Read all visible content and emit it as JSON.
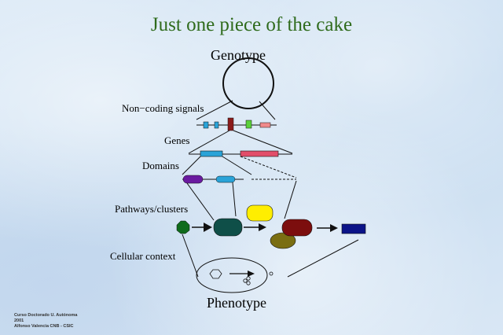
{
  "title": "Just one piece of the cake",
  "labels": {
    "genotype": "Genotype",
    "noncoding": "Non−coding signals",
    "genes": "Genes",
    "domains": "Domains",
    "pathways": "Pathways/clusters",
    "cellular": "Cellular context",
    "phenotype": "Phenotype"
  },
  "footer": {
    "line1": "Curso Doctorado U. Autónoma",
    "line2": "2001",
    "line3": "Alfonso Valencia CNB - CSIC"
  },
  "colors": {
    "title": "#2f6b1c",
    "genes_blue": "#2aa3d8",
    "genes_red": "#e24e6a",
    "noncoding_red": "#8b1a1a",
    "noncoding_green": "#5ad13a",
    "domain_purple": "#6a1aa0",
    "node_green": "#0f6b1c",
    "node_teal": "#0f4f48",
    "node_yellow": "#ffee00",
    "node_olive": "#7a6e12",
    "node_maroon": "#7c0e0e",
    "node_navy": "#0b1388"
  }
}
